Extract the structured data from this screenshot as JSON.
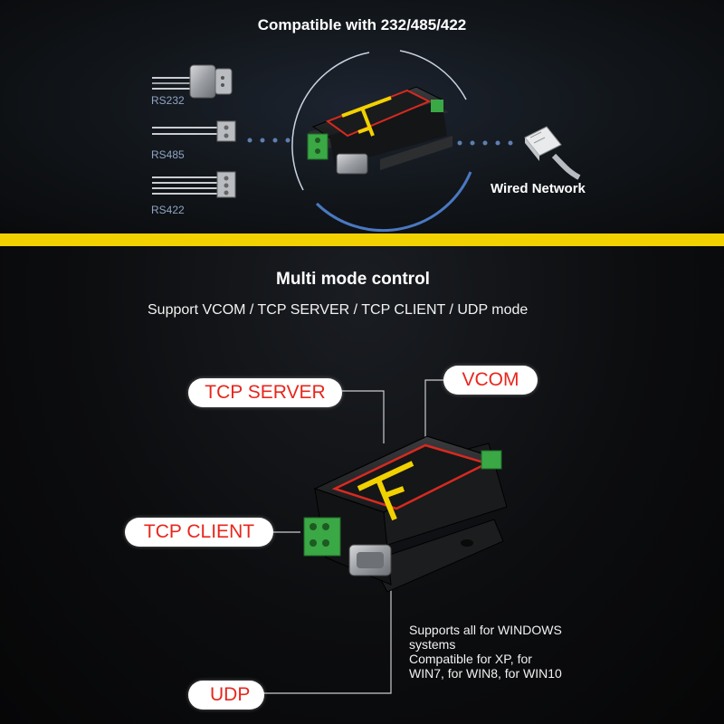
{
  "top": {
    "title": "Compatible with 232/485/422",
    "ports": [
      "RS232",
      "RS485",
      "RS422"
    ],
    "network_label": "Wired Network"
  },
  "multimode": {
    "title": "Multi mode control",
    "subtitle": "Support VCOM / TCP SERVER / TCP CLIENT / UDP mode",
    "modes": {
      "tcp_server": "TCP SERVER",
      "vcom": "VCOM",
      "tcp_client": "TCP CLIENT",
      "udp": "UDP"
    },
    "windows_note": [
      "Supports all for WINDOWS",
      "systems",
      "Compatible for XP, for",
      "WIN7, for WIN8, for WIN10"
    ]
  },
  "colors": {
    "accent_yellow": "#f2d100",
    "label_red": "#e8261c",
    "terminal_green": "#3aa845",
    "dot_blue": "#5f7fb0"
  }
}
